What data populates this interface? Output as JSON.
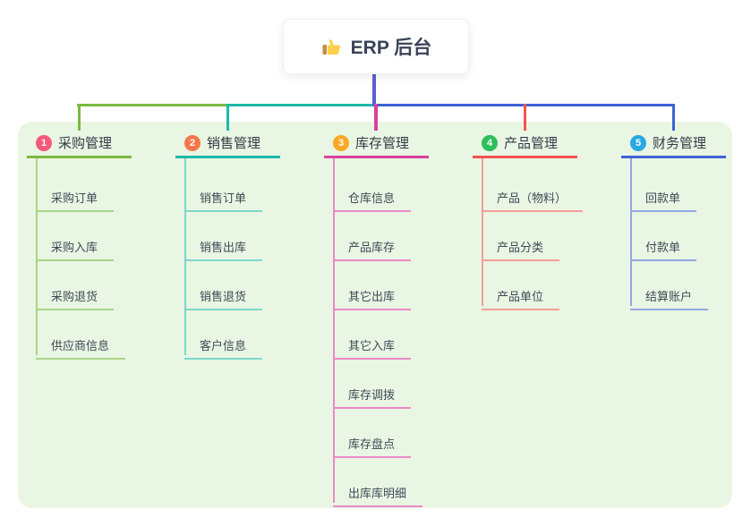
{
  "root": {
    "title": "ERP 后台",
    "icon": "thumbs-up-icon",
    "line_color": "#5a5fd1"
  },
  "panel": {
    "bg_color": "#e9f6e3"
  },
  "branches": [
    {
      "badge": "1",
      "label": "采购管理",
      "badge_color": "#f4597b",
      "line_color": "#7cba40",
      "child_line_color": "#a9d487",
      "children": [
        "采购订单",
        "采购入库",
        "采购退货",
        "供应商信息"
      ]
    },
    {
      "badge": "2",
      "label": "销售管理",
      "badge_color": "#f2784a",
      "line_color": "#1cb9a9",
      "child_line_color": "#7dd8c9",
      "children": [
        "销售订单",
        "销售出库",
        "销售退货",
        "客户信息"
      ]
    },
    {
      "badge": "3",
      "label": "库存管理",
      "badge_color": "#f9a926",
      "line_color": "#d8419f",
      "child_line_color": "#ec89c6",
      "children": [
        "仓库信息",
        "产品库存",
        "其它出库",
        "其它入库",
        "库存调拨",
        "库存盘点",
        "出库库明细"
      ]
    },
    {
      "badge": "4",
      "label": "产品管理",
      "badge_color": "#2fbe5c",
      "line_color": "#f2544f",
      "child_line_color": "#f79d99",
      "children": [
        "产品（物料）",
        "产品分类",
        "产品单位"
      ]
    },
    {
      "badge": "5",
      "label": "财务管理",
      "badge_color": "#29a9e1",
      "line_color": "#3e63d5",
      "child_line_color": "#93a9e2",
      "children": [
        "回款单",
        "付款单",
        "结算账户"
      ]
    }
  ]
}
